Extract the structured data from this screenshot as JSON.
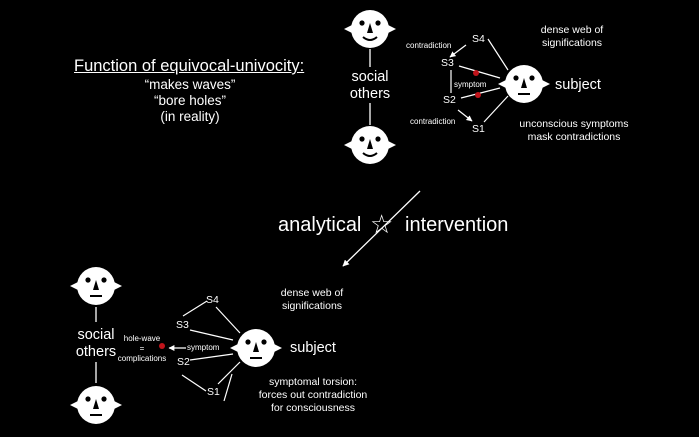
{
  "heading": {
    "title": "Function of equivocal-univocity:",
    "lines": [
      "“makes waves”",
      "“bore holes”",
      "(in reality)"
    ]
  },
  "top": {
    "others_line1": "social",
    "others_line2": "others",
    "subject": "subject",
    "s4": "S4",
    "s3": "S3",
    "s2": "S2",
    "s1": "S1",
    "contradiction_top": "contradiction",
    "contradiction_bottom": "contradiction",
    "symptom": "symptom",
    "web_line1": "dense web of",
    "web_line2": "significations",
    "note_line1": "unconscious symptoms",
    "note_line2": "mask contradictions"
  },
  "middle": {
    "left_word": "analytical",
    "right_word": "intervention",
    "star": "☆"
  },
  "bottom": {
    "others_line1": "social",
    "others_line2": "others",
    "subject": "subject",
    "s4": "S4",
    "s3": "S3",
    "s2": "S2",
    "s1": "S1",
    "symptom": "symptom",
    "hole_line1": "hole-wave",
    "hole_line2": "=",
    "hole_line3": "complications",
    "web_line1": "dense web of",
    "web_line2": "significations",
    "note_line1": "symptomal torsion:",
    "note_line2": "forces out contradiction",
    "note_line3": "for consciousness"
  },
  "colors": {
    "background": "#000000",
    "foreground": "#ffffff",
    "symptom_dot": "#c0141b"
  }
}
